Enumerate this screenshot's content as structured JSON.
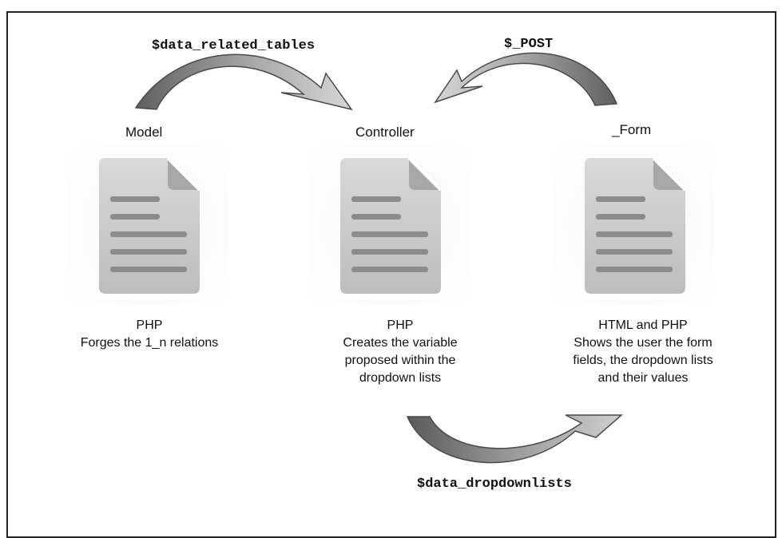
{
  "arrows": {
    "top_left_label": "$data_related_tables",
    "top_right_label": "$_POST",
    "bottom_label": "$data_dropdownlists"
  },
  "components": {
    "model": {
      "title": "Model",
      "tech": "PHP",
      "lines": [
        "Forges the 1_n relations"
      ]
    },
    "controller": {
      "title": "Controller",
      "tech": "PHP",
      "lines": [
        "Creates the variable",
        "proposed within the",
        "dropdown lists"
      ]
    },
    "form": {
      "title": "_Form",
      "tech": "HTML and PHP",
      "lines": [
        "Shows the user the form",
        "fields, the dropdown lists",
        "and their values"
      ]
    }
  },
  "icons": {
    "document": "document-icon",
    "arrow": "curved-arrow-icon"
  },
  "colors": {
    "arrow_dark": "#6e6e6e",
    "arrow_light": "#bdbdbd",
    "doc_body": "#cfcfcf",
    "doc_lines": "#8c8c8c"
  }
}
